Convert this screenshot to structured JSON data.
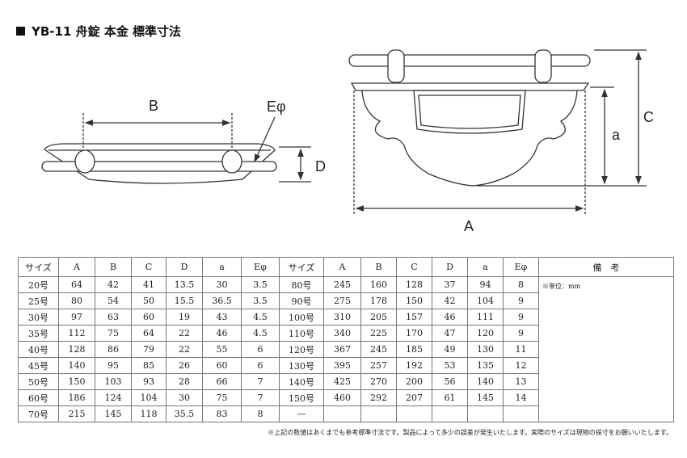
{
  "title": "YB-11 舟錠 本金 標準寸法",
  "diagram_labels": {
    "B": "B",
    "E": "Eφ",
    "D": "D",
    "C": "C",
    "a": "a",
    "A": "A"
  },
  "table": {
    "headers": [
      "サイズ",
      "A",
      "B",
      "C",
      "D",
      "a",
      "Eφ",
      "サイズ",
      "A",
      "B",
      "C",
      "D",
      "a",
      "Eφ",
      "備　考"
    ],
    "left_rows": [
      [
        "20号",
        "64",
        "42",
        "41",
        "13.5",
        "30",
        "3.5"
      ],
      [
        "25号",
        "80",
        "54",
        "50",
        "15.5",
        "36.5",
        "3.5"
      ],
      [
        "30号",
        "97",
        "63",
        "60",
        "19",
        "43",
        "4.5"
      ],
      [
        "35号",
        "112",
        "75",
        "64",
        "22",
        "46",
        "4.5"
      ],
      [
        "40号",
        "128",
        "86",
        "79",
        "22",
        "55",
        "6"
      ],
      [
        "45号",
        "140",
        "95",
        "85",
        "26",
        "60",
        "6"
      ],
      [
        "50号",
        "150",
        "103",
        "93",
        "28",
        "66",
        "7"
      ],
      [
        "60号",
        "186",
        "124",
        "104",
        "30",
        "75",
        "7"
      ],
      [
        "70号",
        "215",
        "145",
        "118",
        "35.5",
        "83",
        "8"
      ]
    ],
    "right_rows": [
      [
        "80号",
        "245",
        "160",
        "128",
        "37",
        "94",
        "8"
      ],
      [
        "90号",
        "275",
        "178",
        "150",
        "42",
        "104",
        "9"
      ],
      [
        "100号",
        "310",
        "205",
        "157",
        "46",
        "111",
        "9"
      ],
      [
        "110号",
        "340",
        "225",
        "170",
        "47",
        "120",
        "9"
      ],
      [
        "120号",
        "367",
        "245",
        "185",
        "49",
        "130",
        "11"
      ],
      [
        "130号",
        "395",
        "257",
        "192",
        "53",
        "135",
        "12"
      ],
      [
        "140号",
        "425",
        "270",
        "200",
        "56",
        "140",
        "13"
      ],
      [
        "150号",
        "460",
        "292",
        "207",
        "61",
        "145",
        "14"
      ],
      [
        "—",
        "",
        "",
        "",
        "",
        "",
        ""
      ]
    ],
    "note": "※単位：mm"
  },
  "footnote": "※上記の数値はあくまでも参考標準寸法です。製品によって多少の誤差が発生いたします。実際のサイズは現物の採寸をお願いいたします。"
}
